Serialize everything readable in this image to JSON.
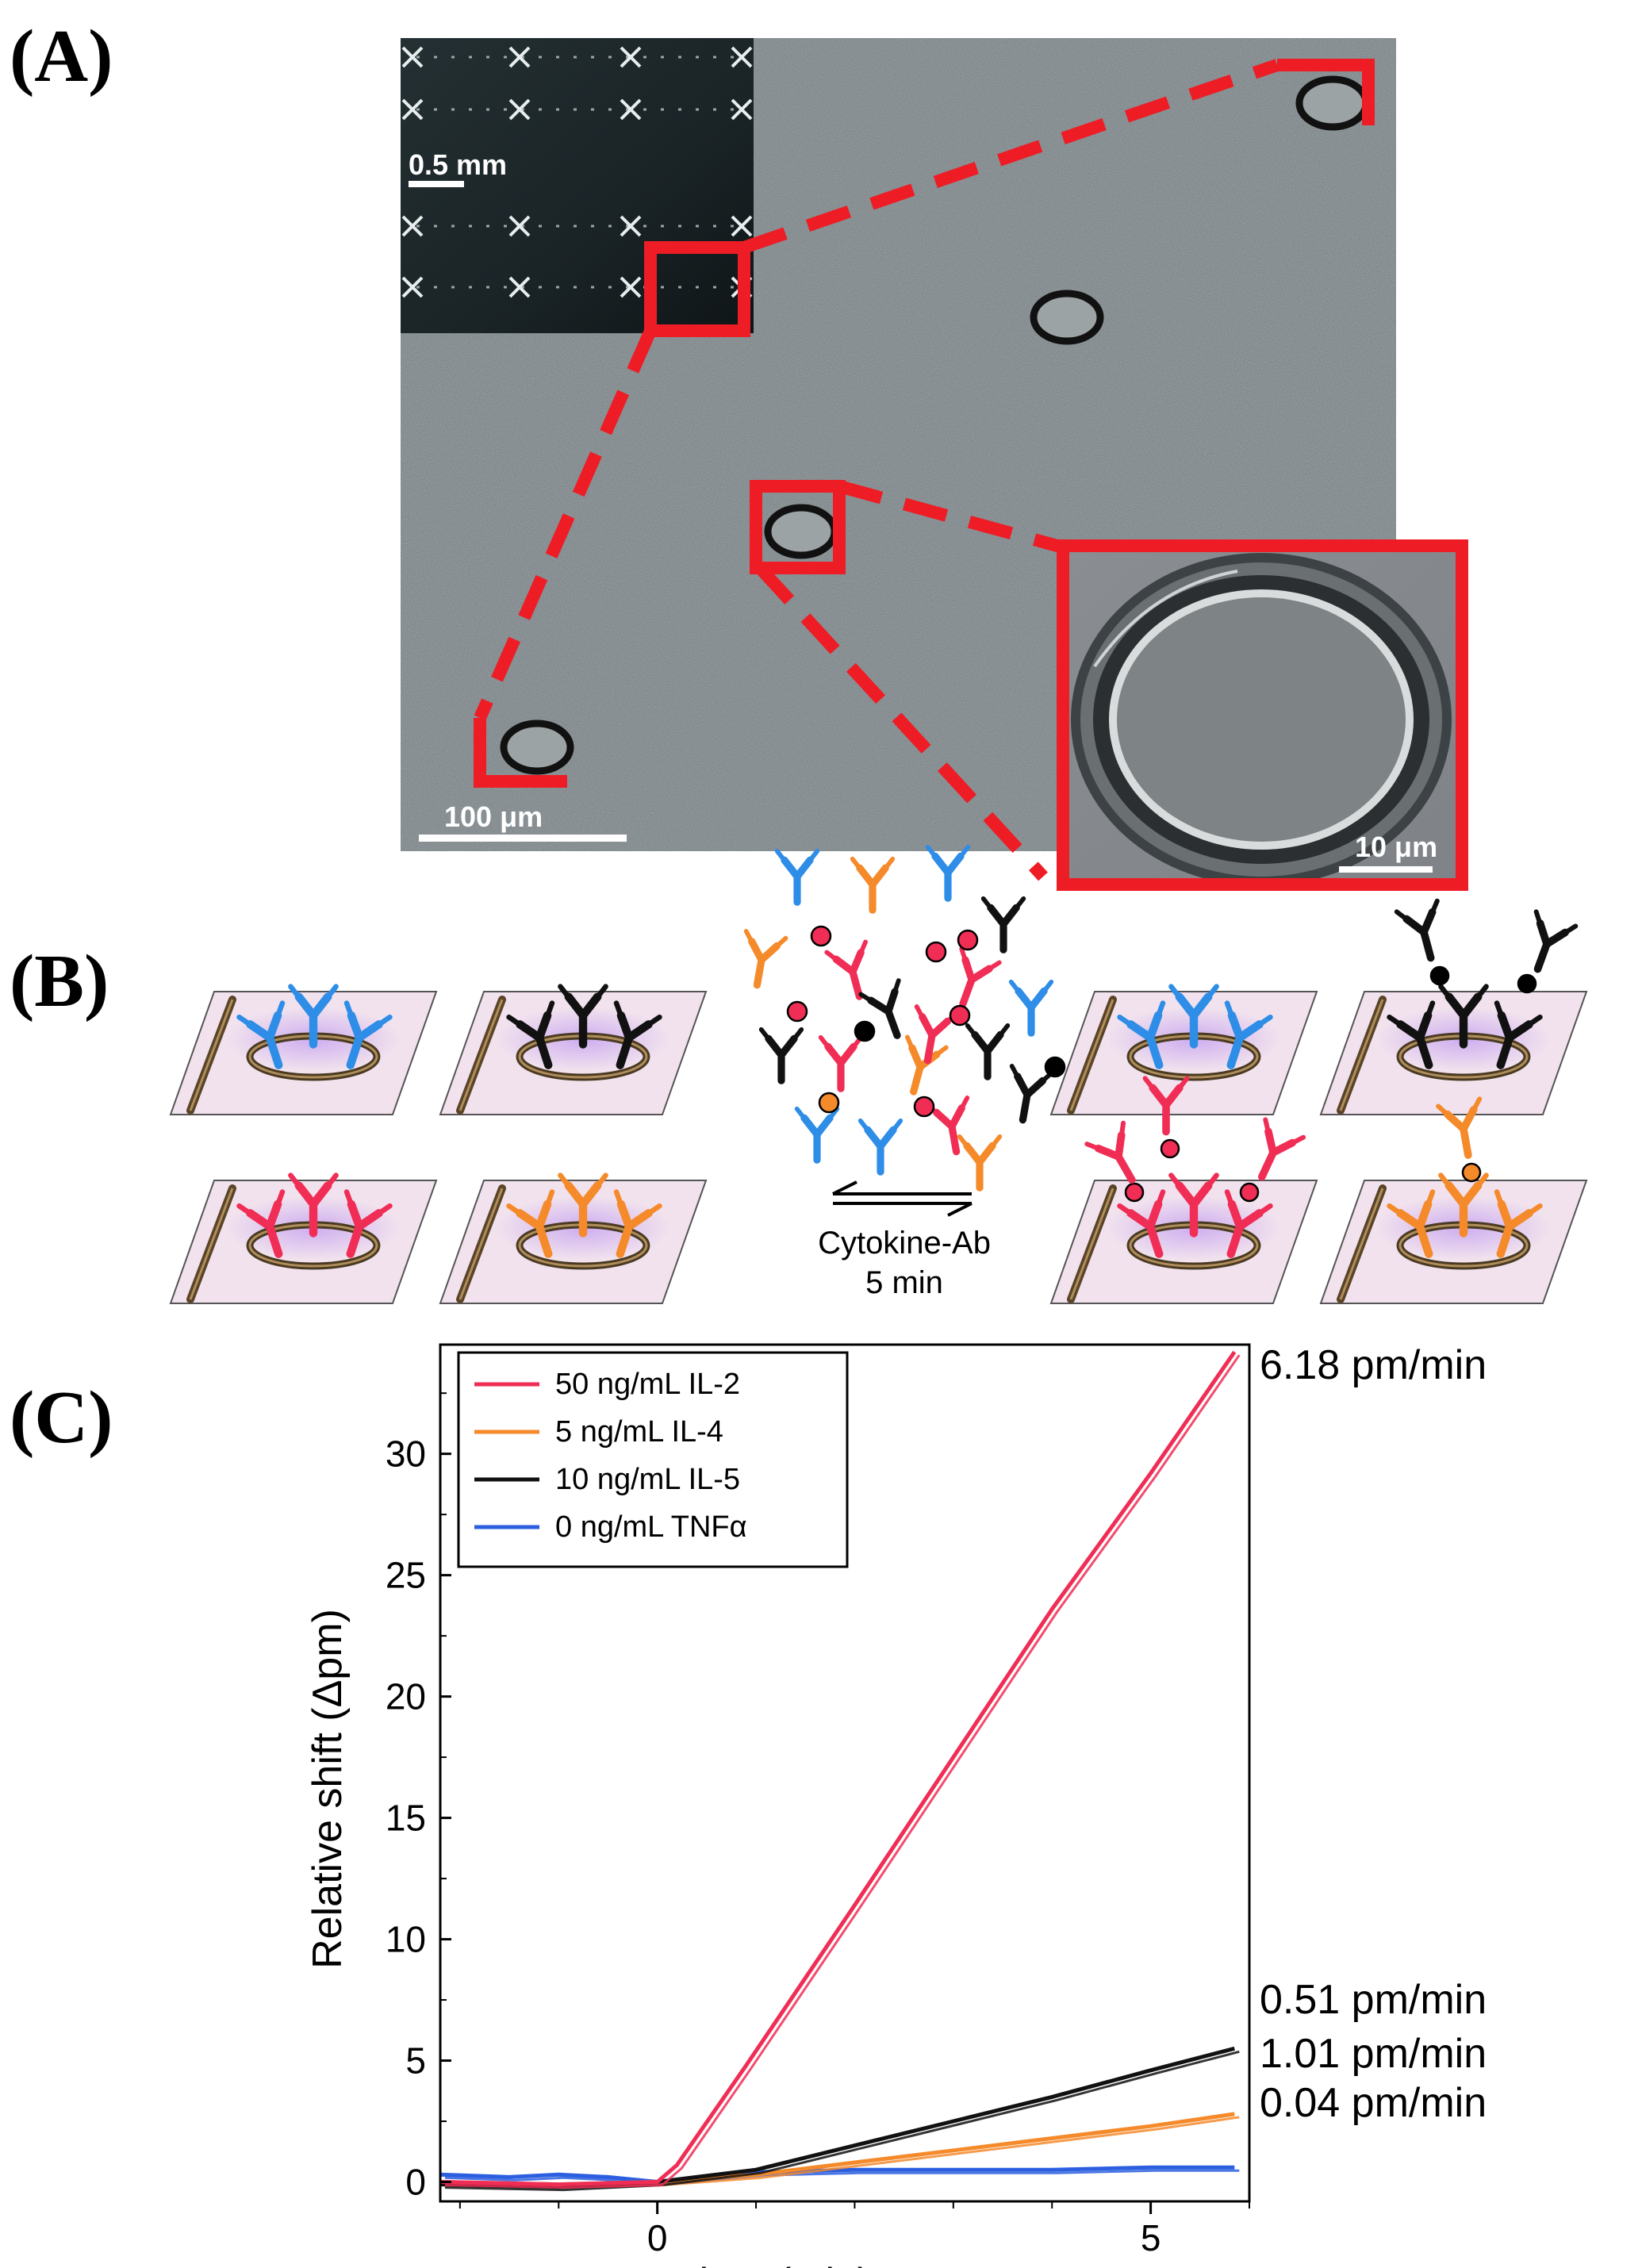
{
  "panels": {
    "a": "(A)",
    "b": "(B)",
    "c": "(C)"
  },
  "panel_a": {
    "scale_inset": "0.5 mm",
    "scale_main": "100 μm",
    "scale_zoom": "10 μm"
  },
  "panel_b": {
    "arrow_label_1": "Cytokine-Ab",
    "arrow_label_2": "5 min"
  },
  "colors": {
    "il2": "#f02d55",
    "il4": "#f58a2b",
    "il5": "#111111",
    "tnfa": "#2c5fe0",
    "ab_blue": "#2e8de6",
    "highlight": "#ee1c25"
  },
  "chart_data": {
    "type": "line",
    "xlabel": "Time (min)",
    "ylabel": "Relative shift (Δpm)",
    "xlim": [
      -2.2,
      6
    ],
    "ylim": [
      -0.8,
      34.5
    ],
    "xticks": [
      0,
      5
    ],
    "yticks": [
      0,
      5,
      10,
      15,
      20,
      25,
      30
    ],
    "series": [
      {
        "name": "50 ng/mL IL-2",
        "color_key": "il2",
        "rate": "6.18 pm/min",
        "x": [
          -2.2,
          -1,
          0,
          0.2,
          0.9,
          2,
          3,
          4,
          5,
          5.85
        ],
        "y": [
          0,
          -0.1,
          0,
          0.7,
          4.8,
          11.4,
          17.5,
          23.6,
          29.2,
          34.2
        ]
      },
      {
        "name": "5 ng/mL IL-4",
        "color_key": "il4",
        "rate": "0.51 pm/min",
        "x": [
          -2.2,
          -1,
          0,
          1,
          2,
          3,
          4,
          5,
          5.85
        ],
        "y": [
          0,
          -0.1,
          0,
          0.3,
          0.8,
          1.3,
          1.8,
          2.3,
          2.8
        ]
      },
      {
        "name": "10 ng/mL IL-5",
        "color_key": "il5",
        "rate": "1.01 pm/min",
        "x": [
          -2.2,
          -1,
          0,
          1,
          2,
          3,
          4,
          5,
          5.85
        ],
        "y": [
          -0.1,
          -0.2,
          0,
          0.5,
          1.5,
          2.5,
          3.5,
          4.6,
          5.5
        ]
      },
      {
        "name": "0 ng/mL TNFα",
        "color_key": "tnfa",
        "rate": "0.04 pm/min",
        "x": [
          -2.2,
          -1.5,
          -1,
          -0.5,
          0,
          1,
          2,
          3,
          4,
          5,
          5.85
        ],
        "y": [
          0.3,
          0.2,
          0.3,
          0.2,
          0,
          0.4,
          0.5,
          0.5,
          0.5,
          0.6,
          0.6
        ]
      }
    ]
  }
}
